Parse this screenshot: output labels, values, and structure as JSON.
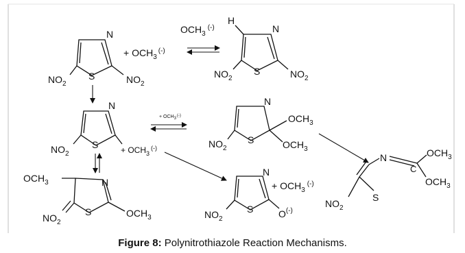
{
  "figure": {
    "caption_label": "Figure 8:",
    "caption_text": " Polynitrothiazole Reaction Mechanisms."
  },
  "labels": {
    "N": "N",
    "S": "S",
    "H": "H",
    "NO2": "NO",
    "sub2": "2",
    "OCH3": "OCH",
    "sub3": "3",
    "plus_methoxide": "+ OCH",
    "charge": "(-)",
    "O_minus": "O",
    "small_plus_methoxide": "+ OCH",
    "small_charge": "(-)"
  }
}
